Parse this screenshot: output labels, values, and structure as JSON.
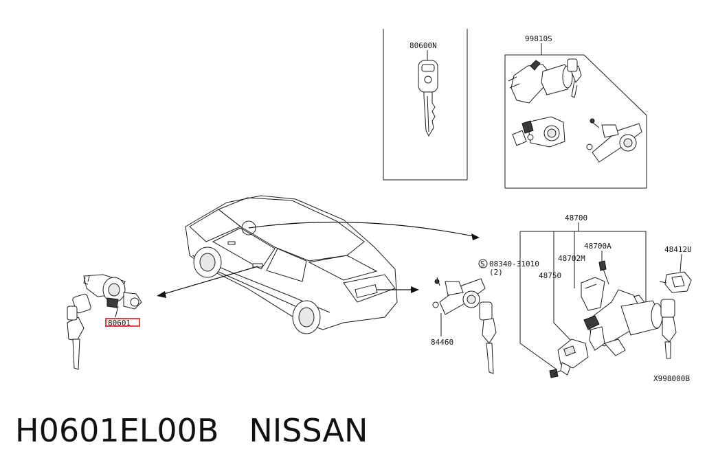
{
  "labels": {
    "key_blank": "80600N",
    "lock_set": "99810S",
    "ignition_set": "48700",
    "ignition_a": "48700A",
    "ignition_m": "48702M",
    "ignition_750": "48750",
    "screw": "08340-31010",
    "screw_qty": "(2)",
    "screw_symbol": "S",
    "steering_lock": "48412U",
    "door_lock_left": "80601",
    "trunk_lock": "84460",
    "drawing_code": "X998000B"
  },
  "footer": {
    "part_code": "H0601EL00B",
    "brand": "NISSAN"
  },
  "colors": {
    "highlight": "#e01010",
    "ink": "#1a1a1a"
  }
}
